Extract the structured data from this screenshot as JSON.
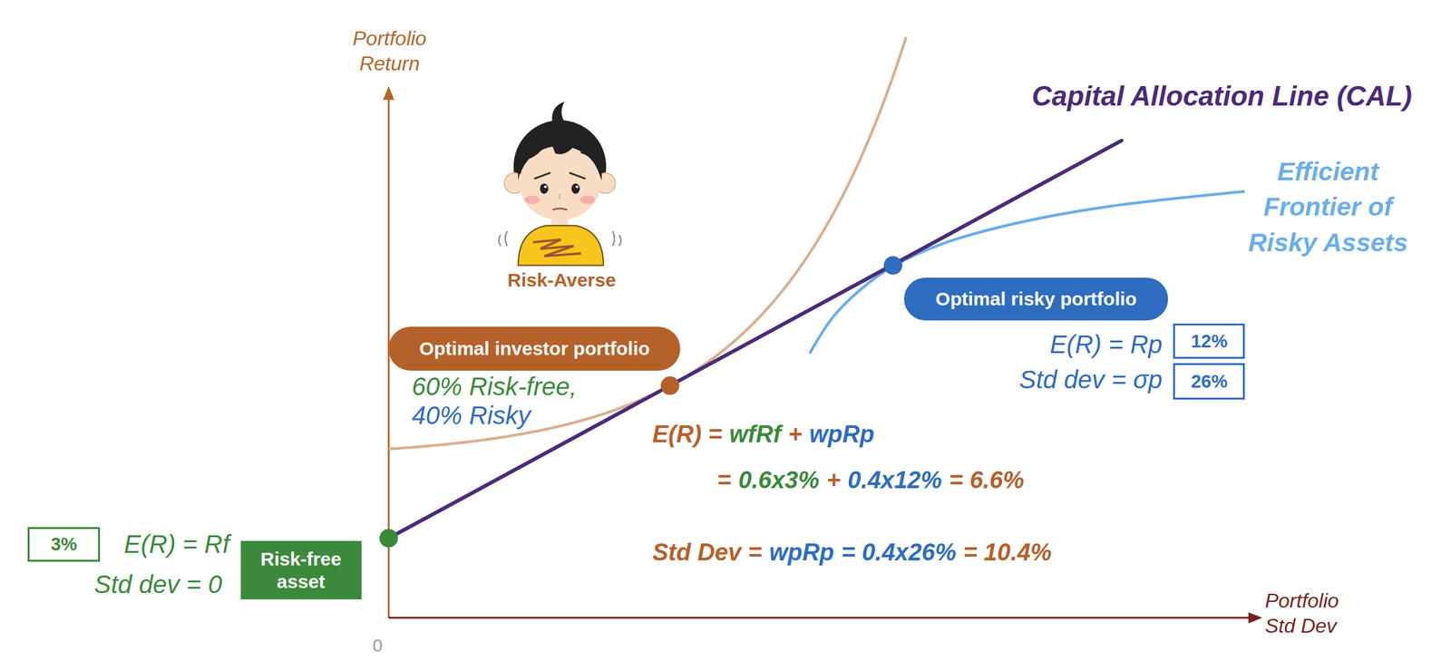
{
  "diagram": {
    "nodes": [
      {
        "text": [
          "Optimal risky portfolio"
        ]
      },
      {
        "text": [
          "12%"
        ]
      },
      {
        "text": [
          "Optimal investor portfolio"
        ]
      },
      {
        "text": [
          "26%"
        ]
      },
      {
        "text": [
          "3%"
        ]
      },
      {
        "text": [
          "Risk-free asset"
        ]
      }
    ],
    "labels": [
      "Portfolio Return",
      "Capital Allocation Line (CAL)",
      "Efficient Frontier of Risky Assets",
      "Risk-Averse",
      "E(R) = Rp",
      "Std dev = σp",
      "60% Risk-free,",
      "40% Risky",
      "E(R) =",
      "wfRf",
      "+",
      "wpRp",
      "=",
      "0.6x3%",
      "+",
      "0.4x12%",
      "= 6.6%",
      "Std Dev =",
      "wpRp",
      "= 0.4x26%",
      "= 10.4%",
      "E(R) = Rf",
      "Std dev = 0",
      "0",
      "Portfolio Std Dev"
    ]
  }
}
